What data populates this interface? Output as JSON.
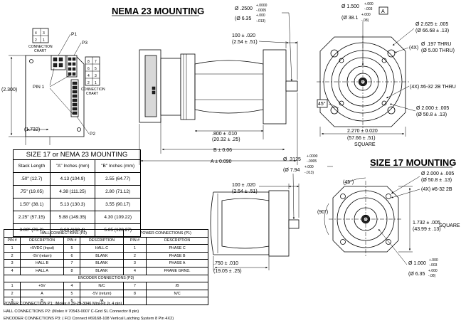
{
  "titles": {
    "nema23": "NEMA 23 MOUNTING",
    "size17": "SIZE 17 MOUNTING"
  },
  "pinout": {
    "p1": "P1",
    "p2": "P2",
    "p3": "P3",
    "pin1": "PIN 1",
    "chart_label": "CONNECTION\nCHART",
    "chart_left": [
      "4",
      "3",
      "2",
      "1"
    ],
    "chart_right": [
      "8",
      "7",
      "6",
      "5",
      "4",
      "3",
      "2",
      "1"
    ],
    "height_dim": "(2.300)",
    "width_dim": "(1.732)"
  },
  "nema23_side": {
    "shaft_dia": "Ø .2500",
    "shaft_tol_plus": "+.0000",
    "shaft_tol_minus": "-.0005",
    "shaft_dia_mm": "(Ø 6.35",
    "shaft_mm_plus": "+.000",
    "shaft_mm_minus": "-.013)",
    "shaft_len": "100 ± .020",
    "shaft_len_mm": "(2.54 ± .51)",
    "flange_len": ".800 ± .010",
    "flange_len_mm": "(20.32 ± .25)",
    "b_dim": "B ± 0.06",
    "a_dim": "A ± 0.090"
  },
  "nema23_front": {
    "pilot_dia": "Ø 1.500",
    "pilot_plus": "+.000",
    "pilot_minus": "-.003",
    "pilot_mm": "(Ø 38.1",
    "pilot_mm_plus": "+.000",
    "pilot_mm_minus": "-.08)",
    "datum": "A",
    "bc_dia": "Ø 2.625 ± .005",
    "bc_dia_mm": "(Ø 66.68 ± .13)",
    "hole_count": "(4X)",
    "hole_dia": "Ø .197 THRU",
    "hole_dia_mm": "(Ø 5.00 THRU)",
    "thread": "(4X) #6-32 2B THRU",
    "angle": "45°",
    "bc2": "Ø 2.000 ± .005",
    "bc2_mm": "(Ø 50.8 ± .13)",
    "square": "2.270 ± 0.020",
    "square_mm": "(57.66 ± .51)",
    "square_lbl": "SQUARE"
  },
  "stack_table": {
    "caption": "SIZE 17 or NEMA 23 MOUNTING",
    "headers": [
      "Stack Length",
      "\"A\" Inches (mm)",
      "\"B\" Inches (mm)"
    ],
    "rows": [
      [
        ".50\" (12.7)",
        "4.13 (104.9)",
        "2.55 (64.77)"
      ],
      [
        ".75\" (19.05)",
        "4.38 (111.25)",
        "2.80 (71.12)"
      ],
      [
        "1.50\" (38.1)",
        "5.13 (130.3)",
        "3.55 (90.17)"
      ],
      [
        "2.25\" (57.15)",
        "5.88 (149.35)",
        "4.30 (109.22)"
      ],
      [
        "3.00\" (76.2)",
        "6.63 (168.4)",
        "5.05 (128.27)"
      ]
    ]
  },
  "size17_side": {
    "shaft_dia": "Ø .3125",
    "shaft_plus": "+.0000",
    "shaft_minus": "-.0005",
    "shaft_mm": "(Ø 7.94",
    "shaft_mm_plus": "+.000",
    "shaft_mm_minus": "-.013)",
    "shaft_len": "100 ± .020",
    "shaft_len_mm": "(2.54 ± .51)",
    "flange_len": ".750 ± .010",
    "flange_len_mm": "(19.05 ± .25)"
  },
  "size17_front": {
    "angle1": "(45°)",
    "angle2": "(90°)",
    "bc": "Ø 2.000 ± .005",
    "bc_mm": "(Ø 50.8 ± .13)",
    "thread": "(4X) #6-32 2B",
    "square": "1.732 ± .005",
    "square_mm": "(43.99 ± .13)",
    "square_lbl": "SQUARE",
    "pilot": "Ø 1.000",
    "pilot_plus": "+.000",
    "pilot_minus": "-.003",
    "pilot_mm": "(Ø 6.35",
    "pilot_mm_plus": "+.000",
    "pilot_mm_minus": "-.08)"
  },
  "conn_table": {
    "hall_title": "HALL CONNECTIONS (P2)",
    "power_title": "POWER CONNECTIONS (P1)",
    "hall_headers": [
      "PIN #",
      "DESCRIPTION",
      "PIN #",
      "DESCRIPTION"
    ],
    "power_headers": [
      "PIN #",
      "DESCRIPTION"
    ],
    "hall_rows": [
      [
        "1",
        "+5VDC (Input)",
        "5",
        "HALL C",
        "1",
        "PHASE C"
      ],
      [
        "2",
        "-5V (return)",
        "6",
        "BLANK",
        "2",
        "PHASE B"
      ],
      [
        "3",
        "HALL B",
        "7",
        "BLANK",
        "3",
        "PHASE A"
      ],
      [
        "4",
        "HALL A",
        "8",
        "BLANK",
        "4",
        "FRAME GRND."
      ]
    ],
    "enc_title": "ENCODER CONNECTIONS (P3)",
    "enc_rows": [
      [
        "1",
        "+5V",
        "4",
        "N/C",
        "7",
        "/B"
      ],
      [
        "2",
        "A",
        "5",
        "-5V (return)",
        "8",
        "N/C"
      ],
      [
        "3",
        "B",
        "6",
        "/A",
        "",
        ""
      ]
    ]
  },
  "notes": [
    "POWER CONNECTION  P1: (Molex # 39-29-3046  Mini-Fit Jr. 4 pin)",
    "HALL CONNECTIONS P2:  (Molex # 70543-0007 C-Grid SL Connector  8 pin)",
    "ENCODER CONNECTIONS P3: ( FCI Connect #69168-108  Vertical Latching System  8 Pin  4X2)"
  ]
}
